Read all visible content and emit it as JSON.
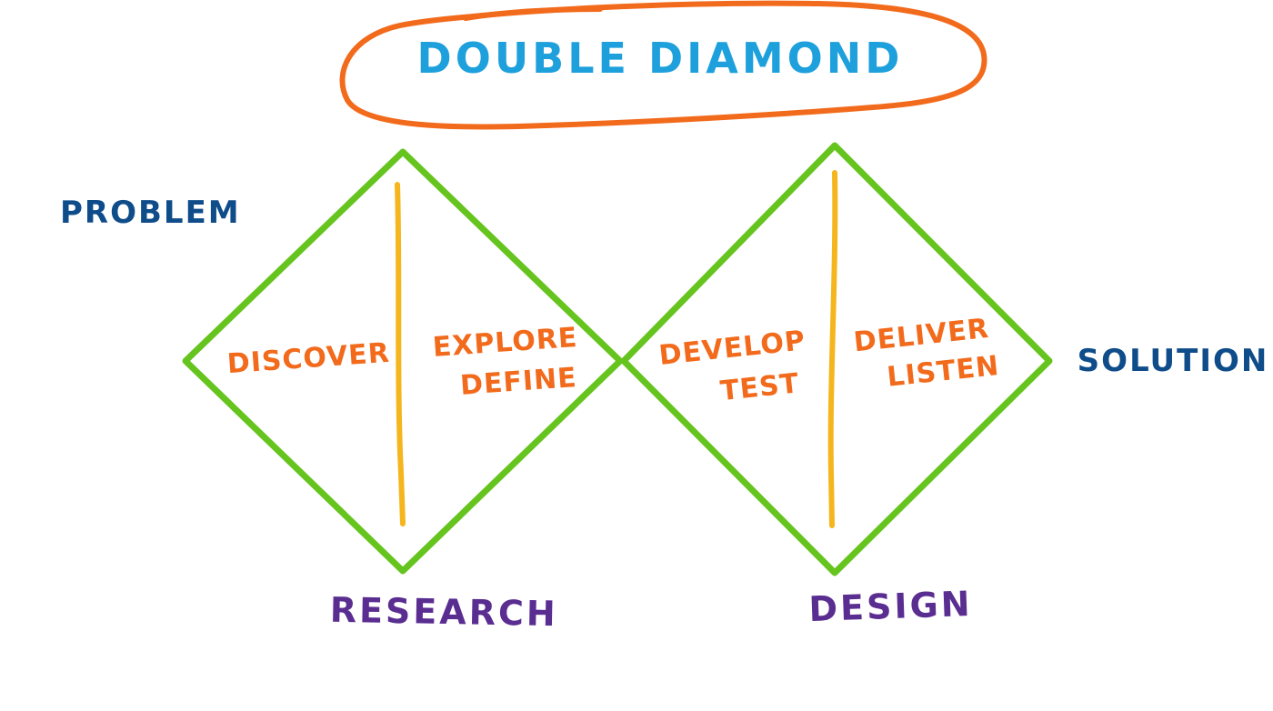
{
  "title": "DOUBLE DIAMOND",
  "labels": {
    "left": "PROBLEM",
    "right": "SOLUTION"
  },
  "diamonds": [
    {
      "phases": [
        {
          "lines": [
            "DISCOVER"
          ]
        },
        {
          "lines": [
            "EXPLORE",
            "DEFINE"
          ]
        }
      ],
      "stage": "RESEARCH"
    },
    {
      "phases": [
        {
          "lines": [
            "DEVELOP",
            "TEST"
          ]
        },
        {
          "lines": [
            "DELIVER",
            "LISTEN"
          ]
        }
      ],
      "stage": "DESIGN"
    }
  ],
  "colors": {
    "title_outline": "#f26a1b",
    "title_text": "#1ea0dc",
    "diamond_stroke": "#66c41e",
    "divider": "#f5b51c",
    "phase_text": "#f26a1b",
    "side_label": "#0f4c8a",
    "stage_label": "#5a2d91",
    "background": "#ffffff"
  }
}
